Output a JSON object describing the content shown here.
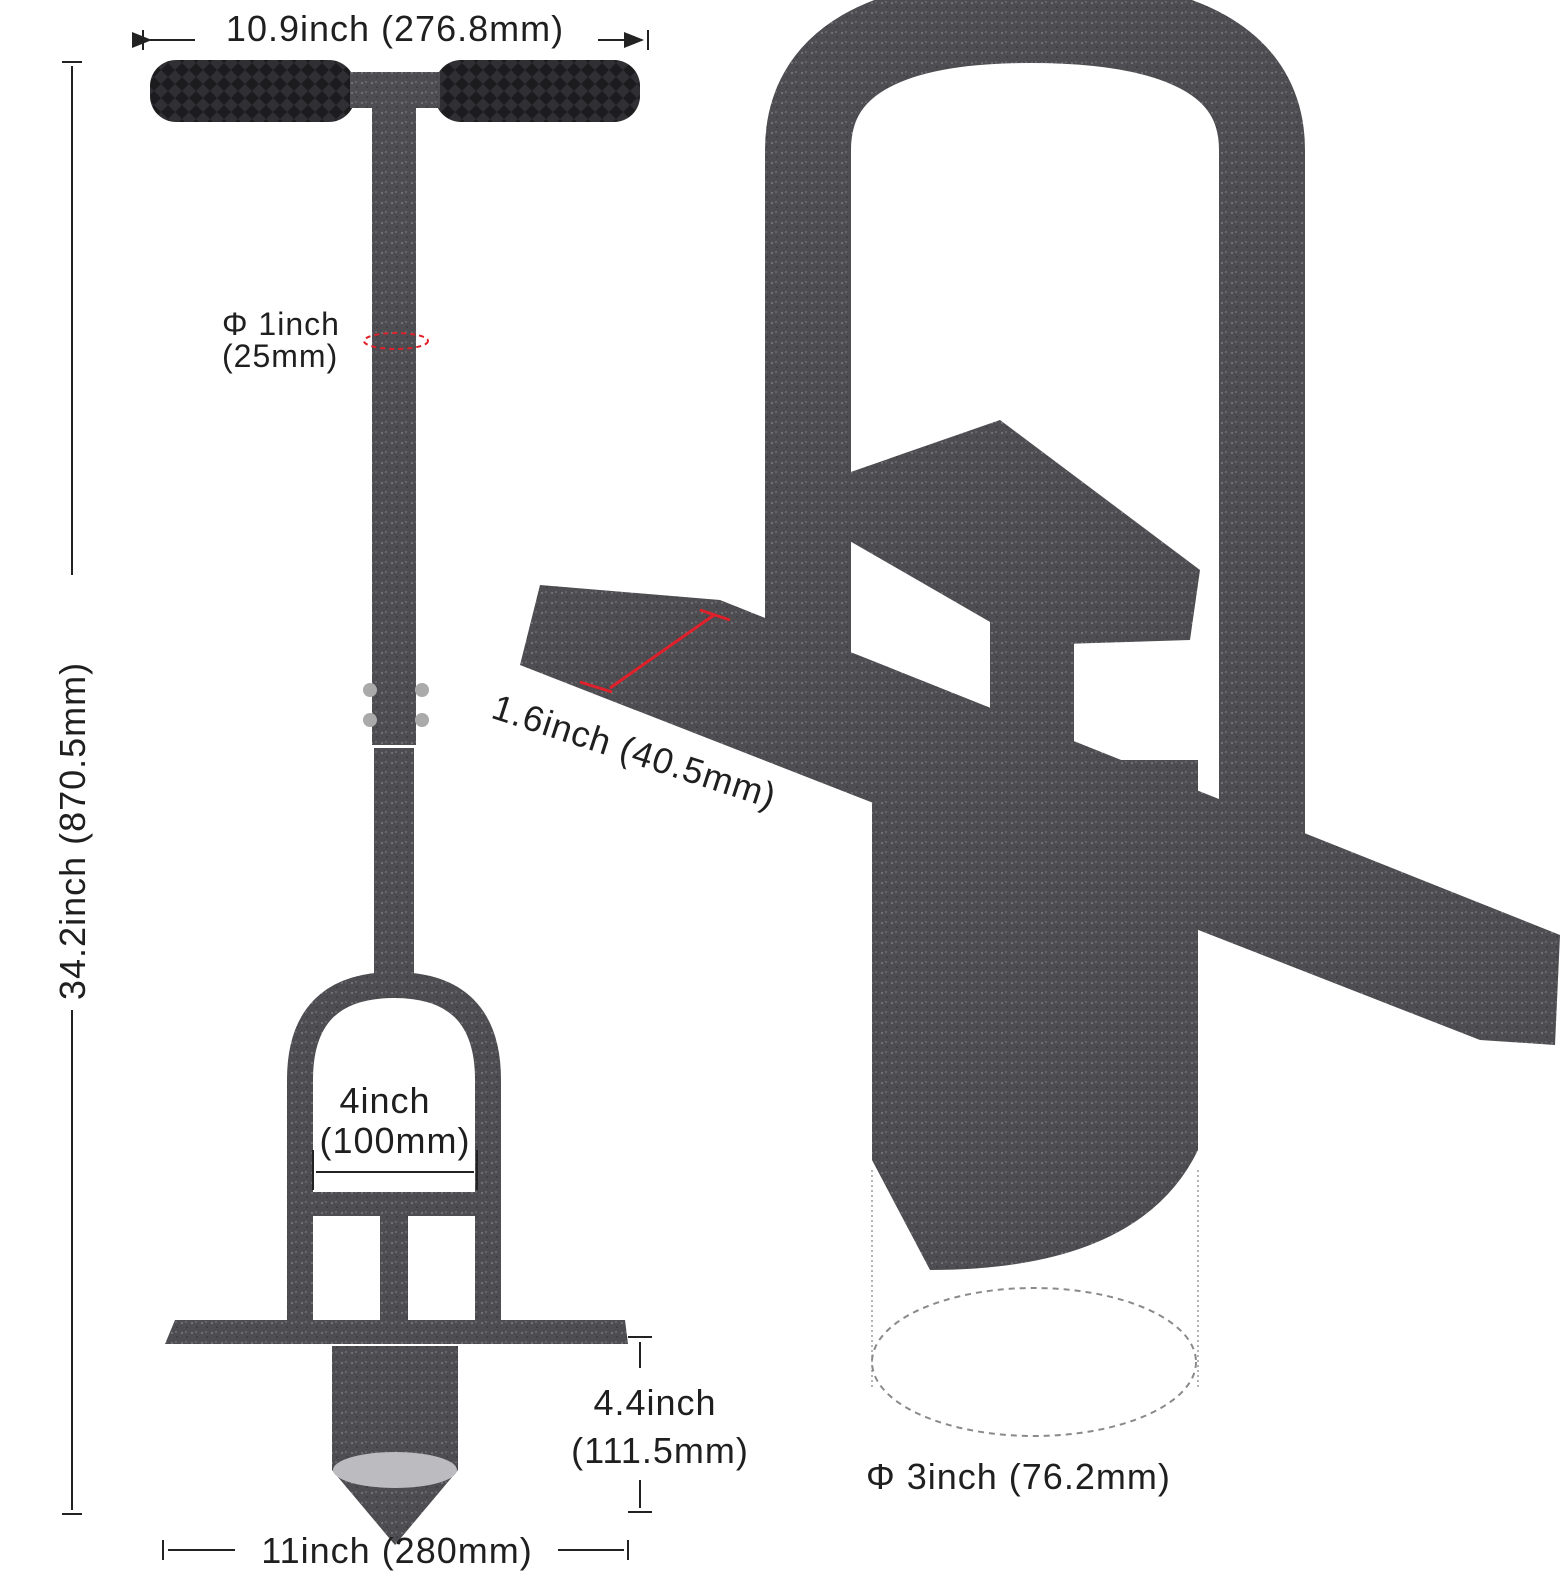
{
  "diagram": {
    "colors": {
      "metal": "#4d4d52",
      "metal_dark": "#2f2f33",
      "metal_light": "#7a7a80",
      "grip": "#1c1c1e",
      "dimension_line": "#222222",
      "accent": "#e0202a",
      "dashed_outline": "#9a9a9a"
    },
    "dimensions": {
      "handle_width": "10.9inch (276.8mm)",
      "total_height": "34.2inch (870.5mm)",
      "shaft_diameter_inch": "Φ 1inch",
      "shaft_diameter_mm": "(25mm)",
      "frame_width_inch": "4inch",
      "frame_width_mm": "(100mm)",
      "blade_depth_inch": "4.4inch",
      "blade_depth_mm": "(111.5mm)",
      "foot_plate_length": "11inch (280mm)",
      "foot_plate_width": "1.6inch (40.5mm)",
      "core_diameter": "Φ 3inch (76.2mm)"
    }
  }
}
